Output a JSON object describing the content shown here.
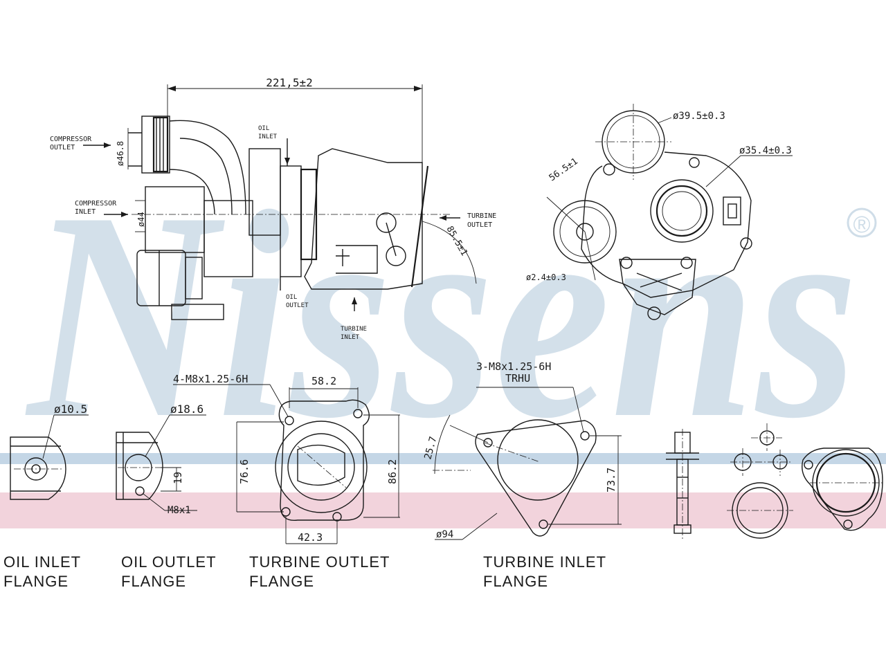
{
  "brand": {
    "watermark_text": "Nissens",
    "registered_mark": "®",
    "watermark_color": "#cfdde8",
    "band_blue": "#c4d6e6",
    "band_red": "#f2d3dc"
  },
  "main_view": {
    "overall_length": "221,5±2",
    "compressor_outlet_label": [
      "COMPRESSOR",
      "OUTLET"
    ],
    "compressor_outlet_dia": "ø46.8",
    "compressor_inlet_label": [
      "COMPRESSOR",
      "INLET"
    ],
    "compressor_inlet_dia": "ø44",
    "oil_inlet_label": [
      "OIL",
      "INLET"
    ],
    "oil_outlet_label": [
      "OIL",
      "OUTLET"
    ],
    "turbine_inlet_label": [
      "TURBINE",
      "INLET"
    ],
    "turbine_outlet_label": [
      "TURBINE",
      "OUTLET"
    ],
    "turbine_outlet_angle": "85.5±1"
  },
  "end_view": {
    "dia_top": "ø39.5±0.3",
    "dia_right": "ø35.4±0.3",
    "angle": "56.5±1",
    "small_dia": "ø2.4±0.3"
  },
  "flanges": {
    "oil_inlet": {
      "dia": "ø10.5",
      "title": [
        "OIL  INLET",
        "FLANGE"
      ]
    },
    "oil_outlet": {
      "dia": "ø18.6",
      "height": "19",
      "thread": "M8x1",
      "title": [
        "OIL  OUTLET",
        "FLANGE"
      ]
    },
    "turbine_outlet": {
      "holes": "4-M8x1.25-6H",
      "top_spacing": "58.2",
      "left_height": "76.6",
      "right_height": "86.2",
      "bottom_spacing": "42.3",
      "title": [
        "TURBINE  OUTLET",
        "FLANGE"
      ]
    },
    "turbine_inlet": {
      "holes": [
        "3-M8x1.25-6H",
        "TRHU"
      ],
      "angle": "25.7",
      "height": "73.7",
      "dia": "ø94",
      "title": [
        "TURBINE  INLET",
        "FLANGE"
      ]
    }
  }
}
